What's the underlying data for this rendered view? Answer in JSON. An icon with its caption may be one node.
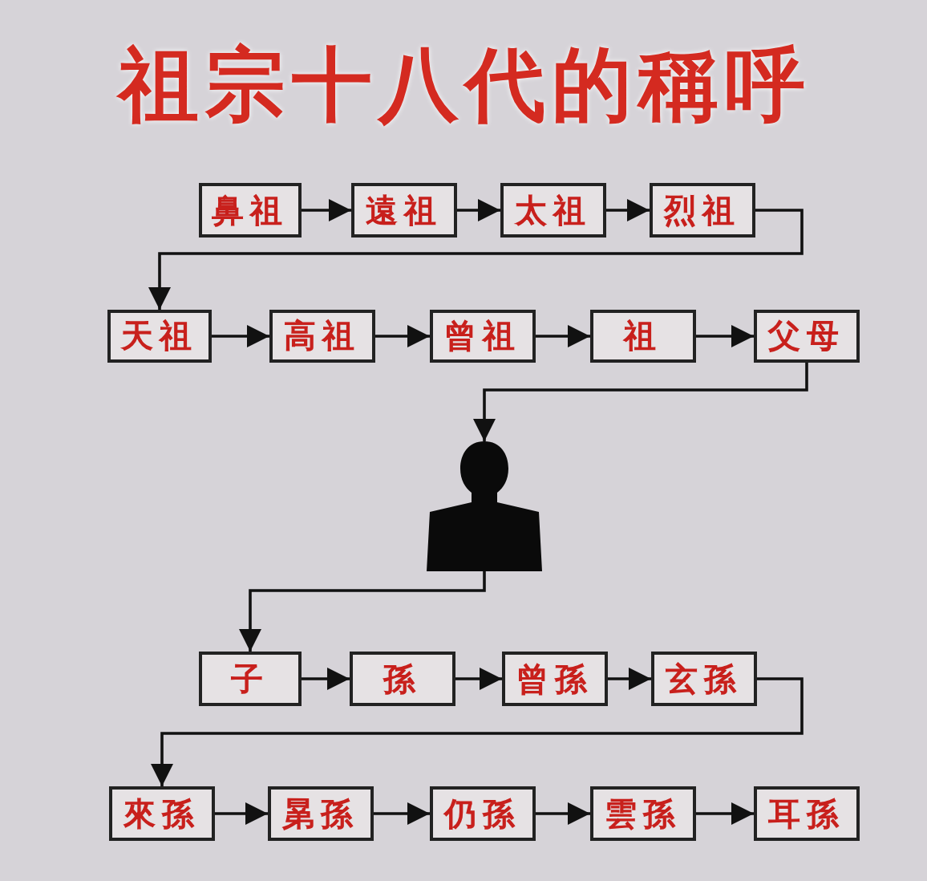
{
  "diagram": {
    "title": "祖宗十八代的稱呼",
    "nodes": [
      {
        "text": [
          "鼻祖"
        ]
      },
      {
        "text": [
          "遠祖"
        ]
      },
      {
        "text": [
          "太祖"
        ]
      },
      {
        "text": [
          "烈祖"
        ]
      },
      {
        "text": [
          "天祖"
        ]
      },
      {
        "text": [
          "高祖"
        ]
      },
      {
        "text": [
          "曾祖"
        ]
      },
      {
        "text": [
          "祖"
        ]
      },
      {
        "text": [
          "父母"
        ]
      },
      {
        "text": [],
        "shape": "person"
      },
      {
        "text": [
          "子"
        ]
      },
      {
        "text": [
          "孫"
        ]
      },
      {
        "text": [
          "曾孫"
        ]
      },
      {
        "text": [
          "玄孫"
        ]
      },
      {
        "text": [
          "來孫"
        ]
      },
      {
        "text": [
          "晜孫"
        ]
      },
      {
        "text": [
          "仍孫"
        ]
      },
      {
        "text": [
          "雲孫"
        ]
      },
      {
        "text": [
          "耳孫"
        ]
      }
    ],
    "edges": [
      {
        "from": 0,
        "to": 1,
        "arrow": "to"
      },
      {
        "from": 1,
        "to": 2,
        "arrow": "to"
      },
      {
        "from": 2,
        "to": 3,
        "arrow": "to"
      },
      {
        "from": 3,
        "to": 4,
        "arrow": "to"
      },
      {
        "from": 4,
        "to": 5,
        "arrow": "to"
      },
      {
        "from": 5,
        "to": 6,
        "arrow": "to"
      },
      {
        "from": 6,
        "to": 7,
        "arrow": "to"
      },
      {
        "from": 7,
        "to": 8,
        "arrow": "to"
      },
      {
        "from": 8,
        "to": 9,
        "arrow": "to"
      },
      {
        "from": 9,
        "to": 10,
        "arrow": "to"
      },
      {
        "from": 10,
        "to": 11,
        "arrow": "to"
      },
      {
        "from": 11,
        "to": 12,
        "arrow": "to"
      },
      {
        "from": 12,
        "to": 13,
        "arrow": "to"
      },
      {
        "from": 13,
        "to": 14,
        "arrow": "to"
      },
      {
        "from": 14,
        "to": 15,
        "arrow": "to"
      },
      {
        "from": 15,
        "to": 16,
        "arrow": "to"
      },
      {
        "from": 16,
        "to": 17,
        "arrow": "to"
      },
      {
        "from": 17,
        "to": 18,
        "arrow": "to"
      }
    ]
  }
}
